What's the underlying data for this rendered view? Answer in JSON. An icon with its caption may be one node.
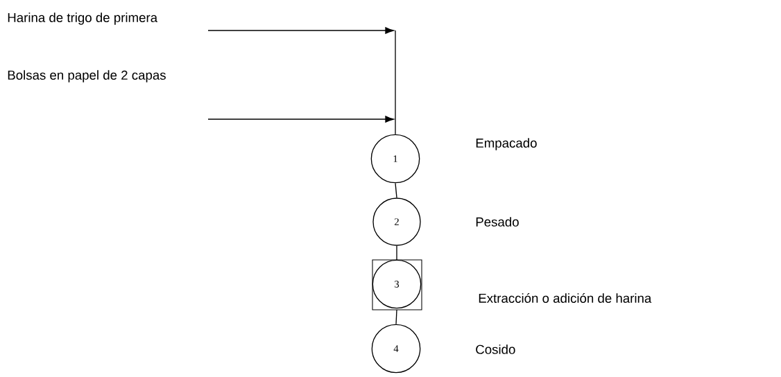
{
  "diagram": {
    "nodes": [
      {
        "text": [
          "Harina de trigo de primera"
        ]
      },
      {
        "text": [
          "Bolsas en papel de 2 capas"
        ]
      },
      {
        "text": [
          "1"
        ]
      },
      {
        "text": [
          "2"
        ]
      },
      {
        "text": [
          "3"
        ]
      },
      {
        "text": [
          "4"
        ]
      }
    ],
    "edges": [
      {
        "from": 0,
        "to": null,
        "arrow": "to"
      },
      {
        "from": 1,
        "to": null,
        "arrow": "to"
      },
      {
        "from": null,
        "to": 2,
        "arrow": "none"
      },
      {
        "from": 2,
        "to": 3,
        "arrow": "none"
      },
      {
        "from": 3,
        "to": 4,
        "arrow": "none"
      },
      {
        "from": 4,
        "to": 5,
        "arrow": "none"
      }
    ],
    "labels": [
      "Empacado",
      "Pesado",
      "Extracción o adición de harina",
      "Cosido"
    ]
  }
}
